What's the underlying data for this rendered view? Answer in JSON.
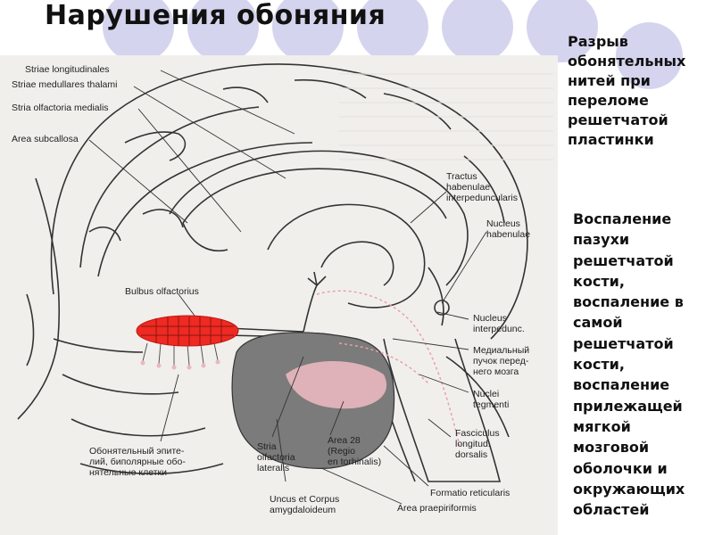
{
  "title": "Нарушения обоняния",
  "notes": {
    "top": [
      "Разрыв",
      "обонятельных",
      "нитей при",
      "переломе",
      "решетчатой",
      "пластинки"
    ],
    "bottom": [
      "Воспаление",
      "пазухи",
      "решетчатой",
      "кости,",
      "воспаление в",
      "самой",
      "решетчатой",
      "кости,",
      "воспаление",
      "прилежащей",
      "мягкой",
      "мозговой",
      "оболочки и",
      "окружающих",
      "областей"
    ]
  },
  "labels": {
    "striae_longitudinales": "Striae longitudinales",
    "striae_medullares": "Striae medullares thalami",
    "stria_olfactoria_medialis": "Stria olfactoria medialis",
    "area_subcallosa": "Area subcallosa",
    "tractus_habenulae": [
      "Tractus",
      "habenulae",
      "interpeduncularis"
    ],
    "nucleus_habenulae": [
      "Nucleus",
      "habenulae"
    ],
    "bulbus_olfactorius": "Bulbus olfactorius",
    "nucleus_interpedunc": [
      "Nucleus",
      "interpedunc."
    ],
    "medial_bundle": [
      "Медиальный",
      "пучок перед-",
      "него мозга"
    ],
    "nuclei_tegmenti": [
      "Nuclei",
      "tegmenti"
    ],
    "olfactory_epithelium": [
      "Обонятельный эпите-",
      "лий, биполярные обо-",
      "нятельные клетки"
    ],
    "stria_olfactoria_lateralis": [
      "Stria",
      "olfactoria",
      "lateralis"
    ],
    "area_28": [
      "Area 28",
      "(Regio",
      "en torhinalis)"
    ],
    "fasciculus": [
      "Fasciculus",
      "longitud.",
      "dorsalis"
    ],
    "formatio_reticularis": "Formatio reticularis",
    "uncus": [
      "Uncus et Corpus",
      "amygdaloideum"
    ],
    "area_praepiriformis": "Area praepiriformis"
  },
  "colors": {
    "highlight": "#ee2a22",
    "deco_circle": "#d5d4ee",
    "line": "#333333",
    "gray_region": "#7b7b7b",
    "pink_region": "#e9b8bf"
  }
}
